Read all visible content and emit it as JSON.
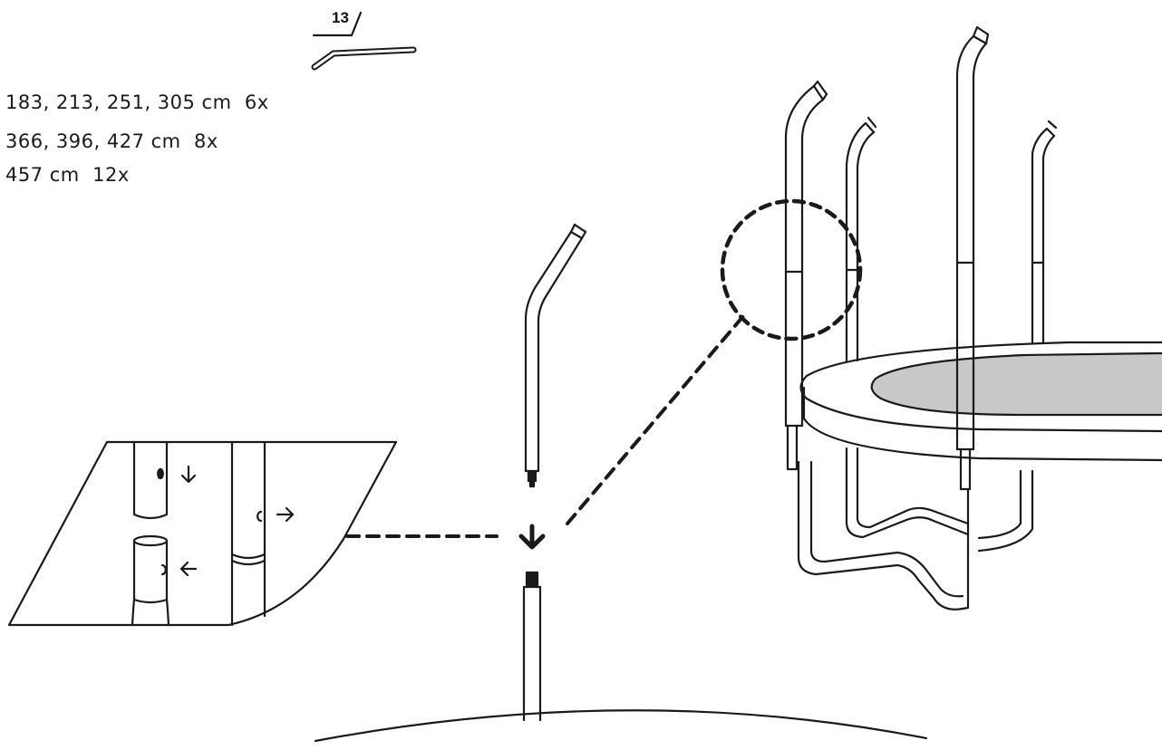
{
  "part": {
    "number": "13"
  },
  "quantities": [
    {
      "text": "183, 213, 251, 305 cm  6x"
    },
    {
      "text": "366, 396, 427 cm  8x"
    },
    {
      "text": "457 cm  12x"
    }
  ],
  "colors": {
    "stroke": "#1a1a1a",
    "mat": "#c8c8c8",
    "background": "#ffffff"
  }
}
